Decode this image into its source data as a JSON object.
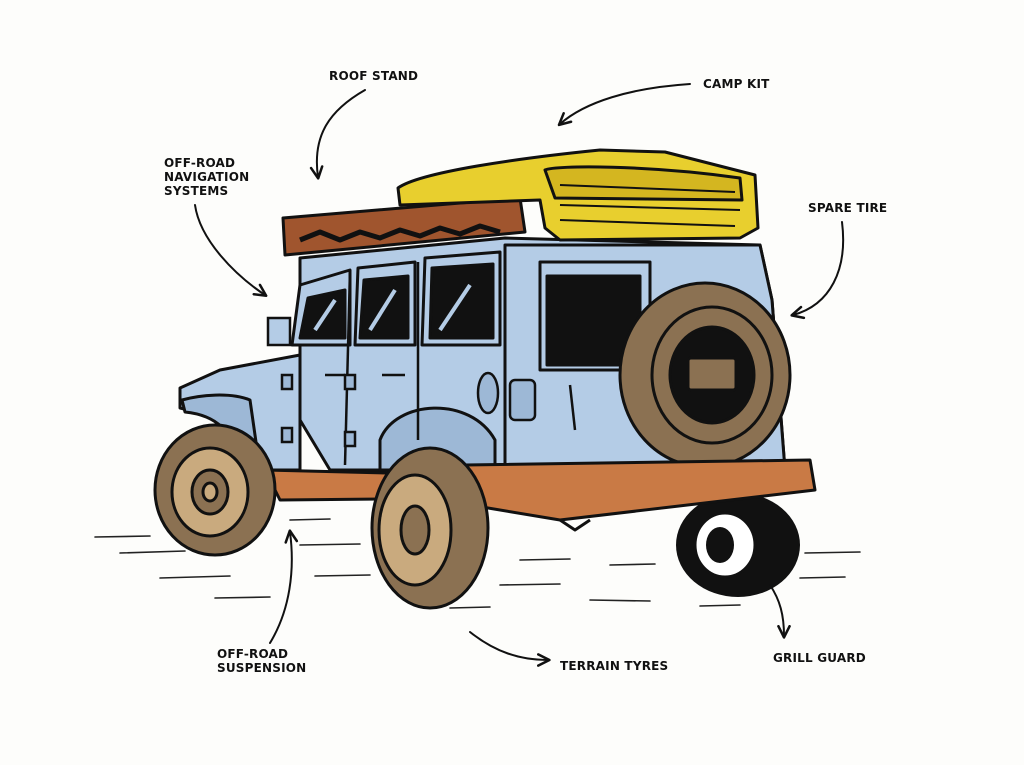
{
  "labels": {
    "roof_stand": "ROOF STAND",
    "camp_kit": "CAMP KIT",
    "offroad_navigation": "OFF-ROAD\nNAVIGATION\nSYSTEMS",
    "spare_tire": "SPARE TIRE",
    "offroad_suspension": "OFF-ROAD\nSUSPENSION",
    "terrain_tyres": "TERRAIN TYRES",
    "grill_guard": "GRILL GUARD"
  },
  "colors": {
    "body": "#b4cce6",
    "body_shadow": "#9db8d6",
    "roof_box": "#e8cf2e",
    "roof_box_shade": "#d4b620",
    "roof_rack": "#a0552e",
    "bumper": "#c97a45",
    "tire": "#8b7152",
    "tire_light": "#c9aa7e",
    "outline": "#111111",
    "ground_line": "#222222"
  },
  "icons": [
    "annotation-arrow"
  ]
}
